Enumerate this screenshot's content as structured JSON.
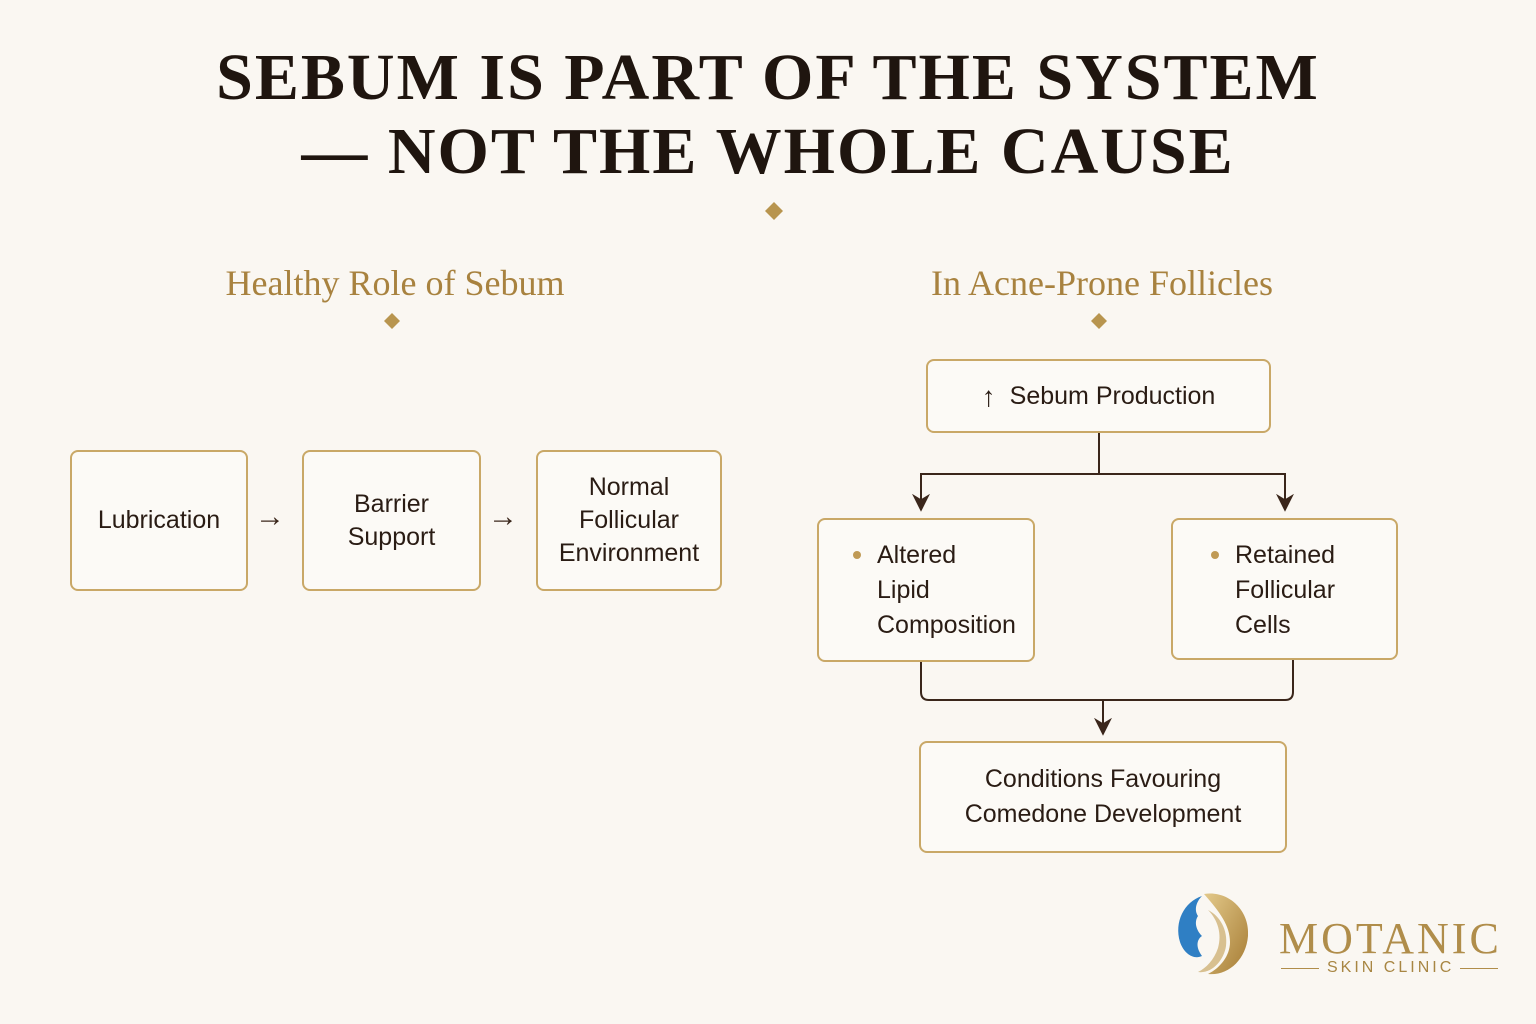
{
  "title": {
    "line1": "SEBUM IS PART OF THE SYSTEM",
    "line2": "— NOT THE WHOLE CAUSE"
  },
  "left": {
    "heading": "Healthy Role of Sebum",
    "steps": [
      {
        "label": "Lubrication"
      },
      {
        "label": "Barrier\nSupport"
      },
      {
        "label": "Normal\nFollicular\nEnvironment"
      }
    ],
    "arrow": "→"
  },
  "right": {
    "heading": "In Acne-Prone Follicles",
    "top": {
      "arrow": "↑",
      "label": "Sebum Production"
    },
    "branch_left": {
      "label": "Altered\nLipid\nComposition"
    },
    "branch_right": {
      "label": "Retained\nFollicular\nCells"
    },
    "result": {
      "label": "Conditions Favouring\nComedone Development"
    }
  },
  "brand": {
    "name": "MOTANIC",
    "tagline": "SKIN CLINIC"
  },
  "colors": {
    "background": "#faf7f2",
    "gold": "#c9a867",
    "dark": "#2a1c14",
    "logo_blue": "#2f7fc4"
  }
}
